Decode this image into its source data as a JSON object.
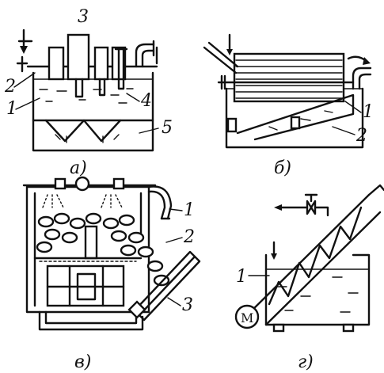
{
  "panels": [
    {
      "caption": "а)",
      "labels": [
        "3",
        "2",
        "1",
        "4",
        "5"
      ]
    },
    {
      "caption": "б)",
      "labels": [
        "1",
        "2"
      ]
    },
    {
      "caption": "в)",
      "labels": [
        "1",
        "2",
        "3"
      ]
    },
    {
      "caption": "г)",
      "labels": [
        "1"
      ]
    }
  ],
  "motor": {
    "symbol": "M"
  }
}
